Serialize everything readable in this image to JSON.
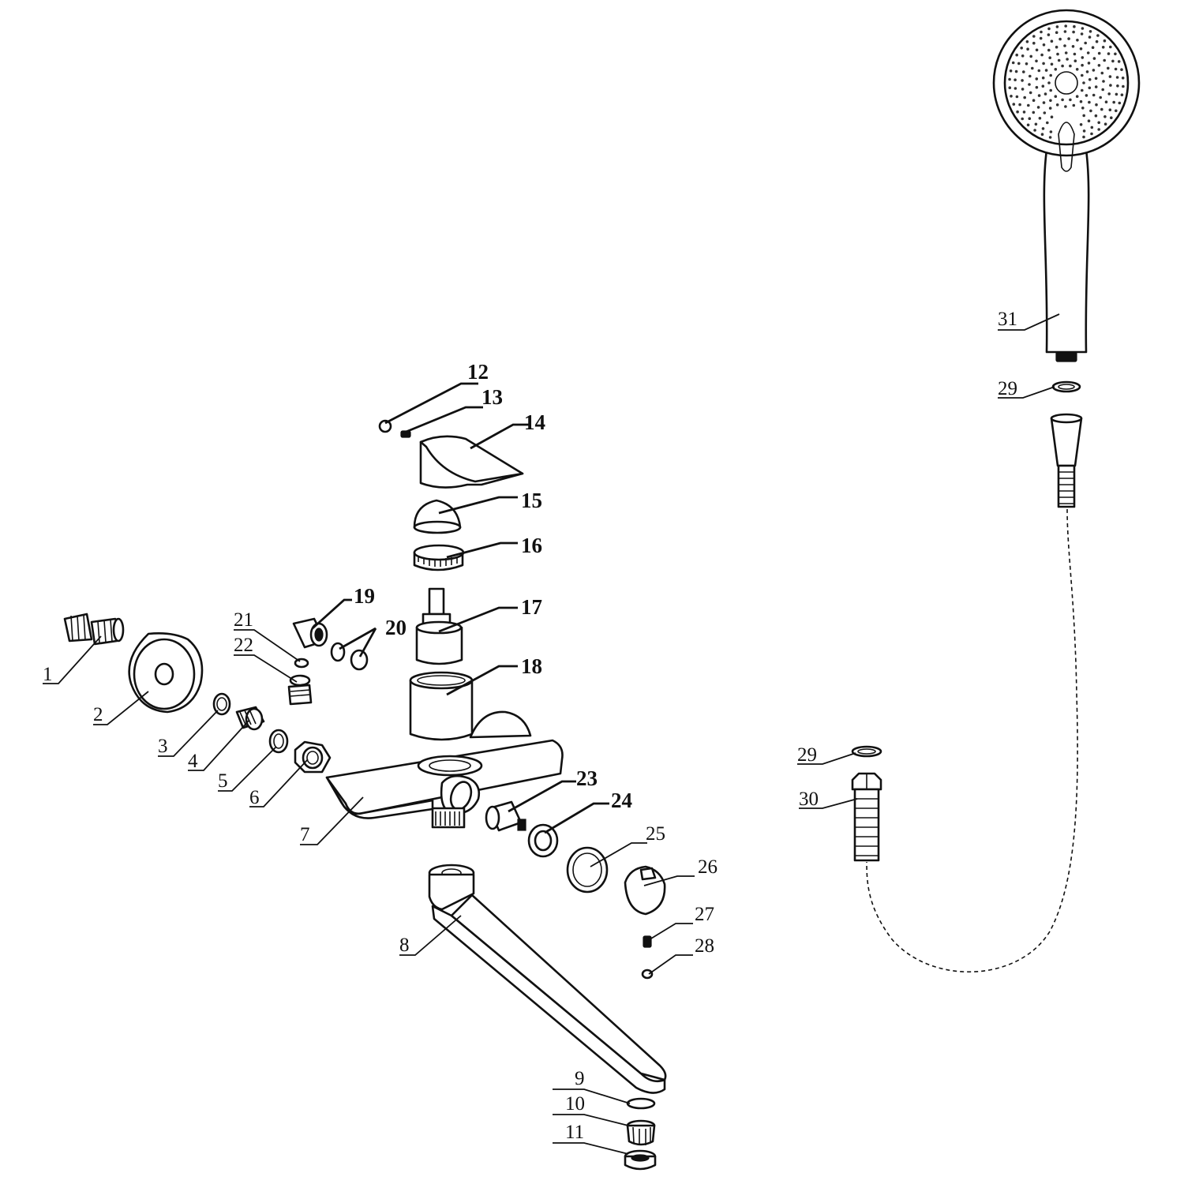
{
  "diagram": {
    "callouts": {
      "c1": "1",
      "c2": "2",
      "c3": "3",
      "c4": "4",
      "c5": "5",
      "c6": "6",
      "c7": "7",
      "c8": "8",
      "c9": "9",
      "c10": "10",
      "c11": "11",
      "c12": "12",
      "c13": "13",
      "c14": "14",
      "c15": "15",
      "c16": "16",
      "c17": "17",
      "c18": "18",
      "c19": "19",
      "c20": "20",
      "c21": "21",
      "c22": "22",
      "c23": "23",
      "c24": "24",
      "c25": "25",
      "c26": "26",
      "c27": "27",
      "c28": "28",
      "c29a": "29",
      "c29b": "29",
      "c30": "30",
      "c31": "31"
    },
    "line_color": "#111111",
    "background": "#ffffff"
  }
}
